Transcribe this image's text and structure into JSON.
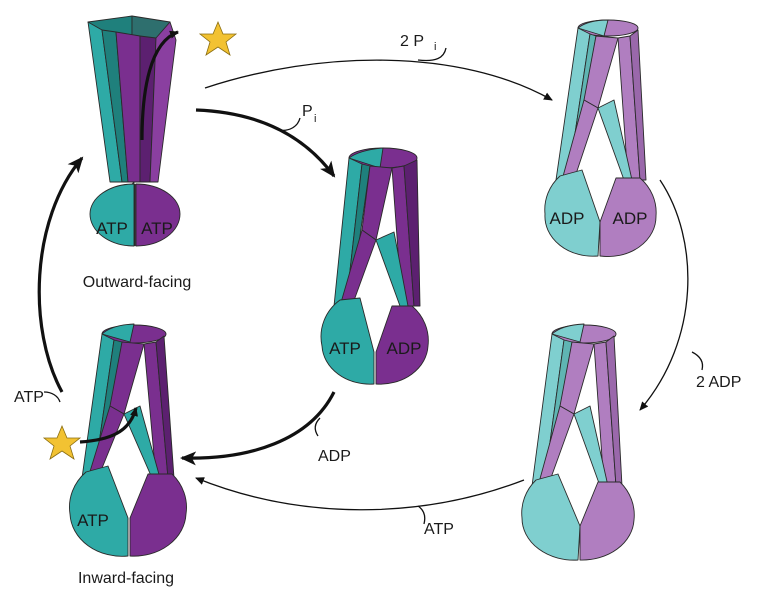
{
  "colors": {
    "teal": "#2eaaa6",
    "teal_dark": "#1f807c",
    "teal_light": "#7fcfcf",
    "purple": "#7a2f8f",
    "purple_dark": "#5c2070",
    "purple_light": "#b07ec0",
    "star": "#f2c232",
    "arrow": "#111111"
  },
  "states": {
    "outward": {
      "caption": "Outward-facing",
      "left_nucleotide": "ATP",
      "right_nucleotide": "ATP"
    },
    "occluded": {
      "left_nucleotide": "ATP",
      "right_nucleotide": "ADP"
    },
    "post_hydrolysis": {
      "left_nucleotide": "ADP",
      "right_nucleotide": "ADP"
    },
    "apo": {},
    "inward": {
      "caption": "Inward-facing",
      "left_nucleotide": "ATP",
      "right_nucleotide": ""
    }
  },
  "arrows": {
    "top_label_main": "2 P",
    "top_label_sub": "i",
    "mid_label_main": "P",
    "mid_label_sub": "i",
    "right_label": "2 ADP",
    "bottom_label": "ATP",
    "center_label": "ADP",
    "left_label": "ATP"
  },
  "icons": [
    "substrate-star-icon",
    "substrate-star-icon"
  ]
}
